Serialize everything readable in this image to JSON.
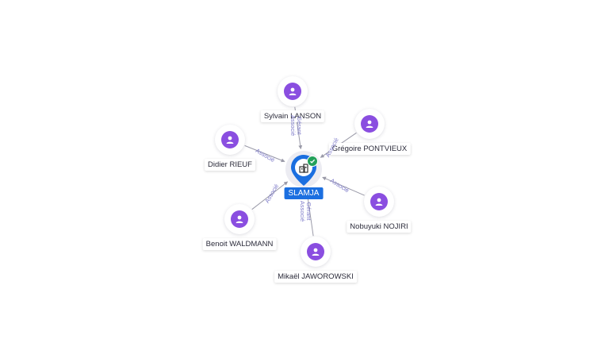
{
  "center": {
    "label": "SLAMJA",
    "icon": "building-icon",
    "status_icon": "check-icon",
    "color": "#1b6fe0"
  },
  "people": [
    {
      "name": "Sylvain LANSON",
      "roles": [
        "Gérant",
        "Associé"
      ]
    },
    {
      "name": "Grégoire PONTVIEUX",
      "roles": [
        "Associé"
      ]
    },
    {
      "name": "Didier RIEUF",
      "roles": [
        "Associé"
      ]
    },
    {
      "name": "Nobuyuki NOJIRI",
      "roles": [
        "Associé"
      ]
    },
    {
      "name": "Benoit WALDMANN",
      "roles": [
        "Associé"
      ]
    },
    {
      "name": "Mikaël JAWOROWSKI",
      "roles": [
        "Gérant",
        "Associé"
      ]
    }
  ],
  "colors": {
    "person": "#8a4ee0",
    "edge": "#9a9aa8",
    "edge_label": "#7b78c8"
  }
}
